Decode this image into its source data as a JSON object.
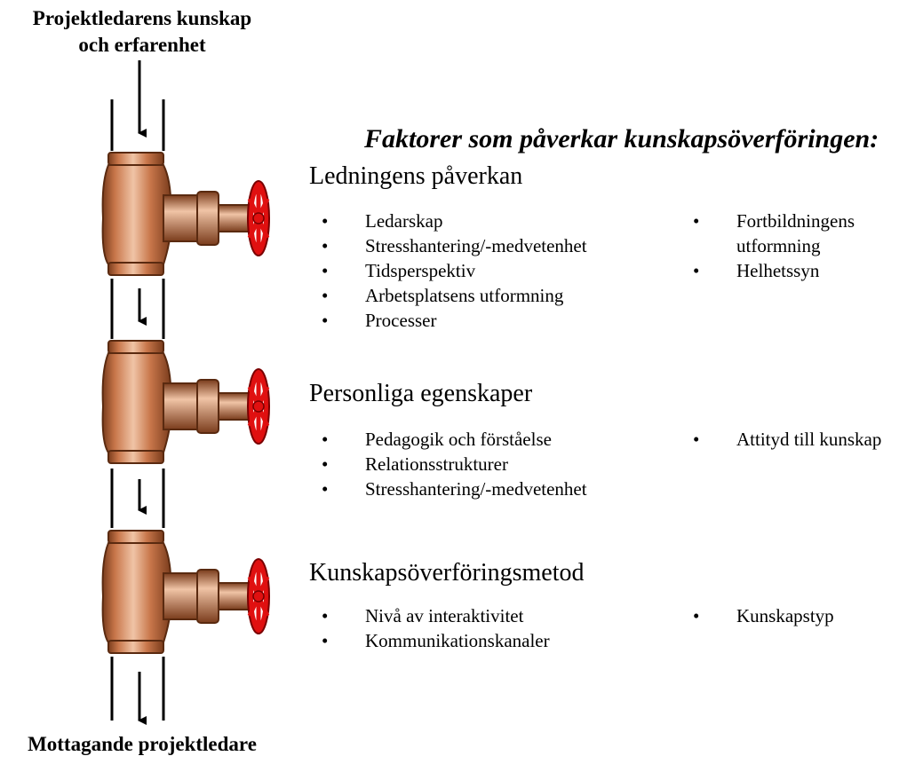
{
  "diagram": {
    "top_label": [
      "Projektledarens kunskap",
      "och erfarenhet"
    ],
    "bottom_label": "Mottagande projektledare",
    "heading": "Faktorer som påverkar kunskapsöverföringen:",
    "sections": [
      {
        "title": "Ledningens påverkan",
        "left_items": [
          "Ledarskap",
          "Stresshantering/-medvetenhet",
          "Tidsperspektiv",
          "Arbetsplatsens utformning",
          "Processer"
        ],
        "right_items": [
          "Fortbildningens utformning",
          "Helhetssyn"
        ]
      },
      {
        "title": "Personliga egenskaper",
        "left_items": [
          "Pedagogik och förståelse",
          "Relationsstrukturer",
          "Stresshantering/-medvetenhet"
        ],
        "right_items": [
          "Attityd till kunskap"
        ]
      },
      {
        "title": "Kunskapsöverföringsmetod",
        "left_items": [
          "Nivå av interaktivitet",
          "Kommunikationskanaler"
        ],
        "right_items": [
          "Kunskapstyp"
        ]
      }
    ],
    "colors": {
      "copper": "#c8764a",
      "copper_dark": "#7a3c1c",
      "copper_light": "#f0c4a6",
      "valve_red": "#e01010"
    }
  }
}
